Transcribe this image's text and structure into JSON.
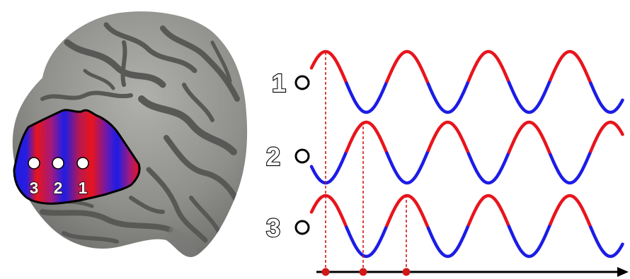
{
  "brain": {
    "electrodes": [
      {
        "label": "3"
      },
      {
        "label": "2"
      },
      {
        "label": "1"
      }
    ]
  },
  "waves": {
    "rows": [
      {
        "label": "1",
        "phase_offset_cycles": 0.0
      },
      {
        "label": "2",
        "phase_offset_cycles": 0.5
      },
      {
        "label": "3",
        "phase_offset_cycles": 0.0
      }
    ],
    "cycles_shown": 4.0,
    "time_markers": 3
  },
  "colors": {
    "positive": "#e8141c",
    "negative": "#1c1ce6",
    "surface_light": "#9a9a96",
    "surface_dark": "#565654",
    "axis": "#000000",
    "guide": "#d01818"
  }
}
